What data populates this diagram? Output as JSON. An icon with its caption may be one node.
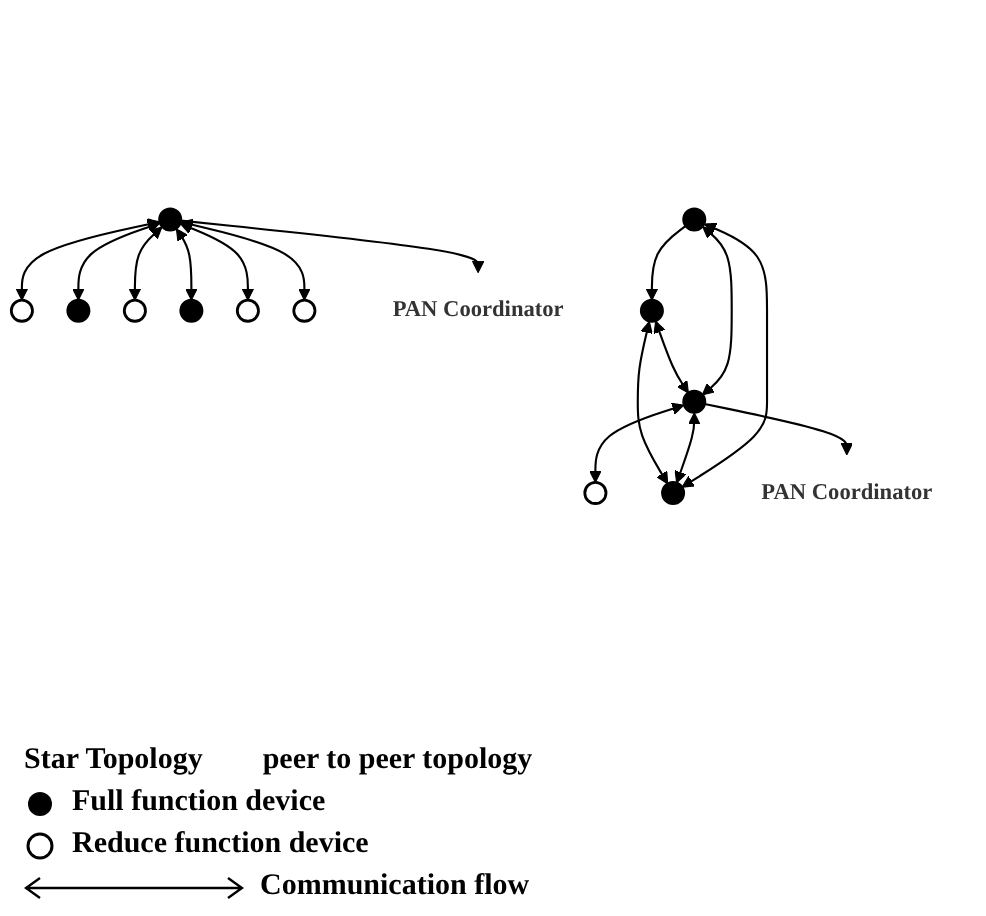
{
  "diagram": {
    "nodes": [
      {
        "text": [],
        "shape": "circle"
      },
      {
        "text": [],
        "shape": "circle"
      },
      {
        "text": [],
        "shape": "circle"
      },
      {
        "text": [],
        "shape": "circle"
      },
      {
        "text": [],
        "shape": "circle"
      },
      {
        "text": [],
        "shape": "circle"
      },
      {
        "text": [],
        "shape": "circle"
      },
      {
        "text": [
          "PAN Coordinator"
        ]
      },
      {
        "text": [],
        "shape": "circle"
      },
      {
        "text": [],
        "shape": "circle"
      },
      {
        "text": [],
        "shape": "circle"
      },
      {
        "text": [],
        "shape": "circle"
      },
      {
        "text": [],
        "shape": "circle"
      },
      {
        "text": [
          "PAN Coordinator"
        ]
      }
    ],
    "edges": [
      {
        "from": 4,
        "to": 0,
        "arrow": "both"
      },
      {
        "from": 4,
        "to": 1,
        "arrow": "both"
      },
      {
        "from": 4,
        "to": 2,
        "arrow": "both"
      },
      {
        "from": 4,
        "to": 3,
        "arrow": "both"
      },
      {
        "from": 4,
        "to": 5,
        "arrow": "both"
      },
      {
        "from": 4,
        "to": 6,
        "arrow": "both"
      },
      {
        "from": 4,
        "to": 7,
        "arrow": "to"
      },
      {
        "from": 8,
        "to": 9,
        "arrow": "both"
      },
      {
        "from": 9,
        "to": 10,
        "arrow": "both"
      },
      {
        "from": 11,
        "to": 8,
        "arrow": "to"
      },
      {
        "from": 11,
        "to": 9,
        "arrow": "both"
      },
      {
        "from": 8,
        "to": 12,
        "arrow": "both"
      },
      {
        "from": 9,
        "to": 12,
        "arrow": "both"
      },
      {
        "from": 11,
        "to": 12,
        "arrow": "both"
      },
      {
        "from": 9,
        "to": 13,
        "arrow": "to"
      }
    ],
    "labels": [
      "Star Topology",
      "peer to peer topology"
    ],
    "legend": [
      {
        "text": "Full function device"
      },
      {
        "text": "Reduce function device"
      },
      {
        "text": "Communication flow"
      }
    ]
  }
}
